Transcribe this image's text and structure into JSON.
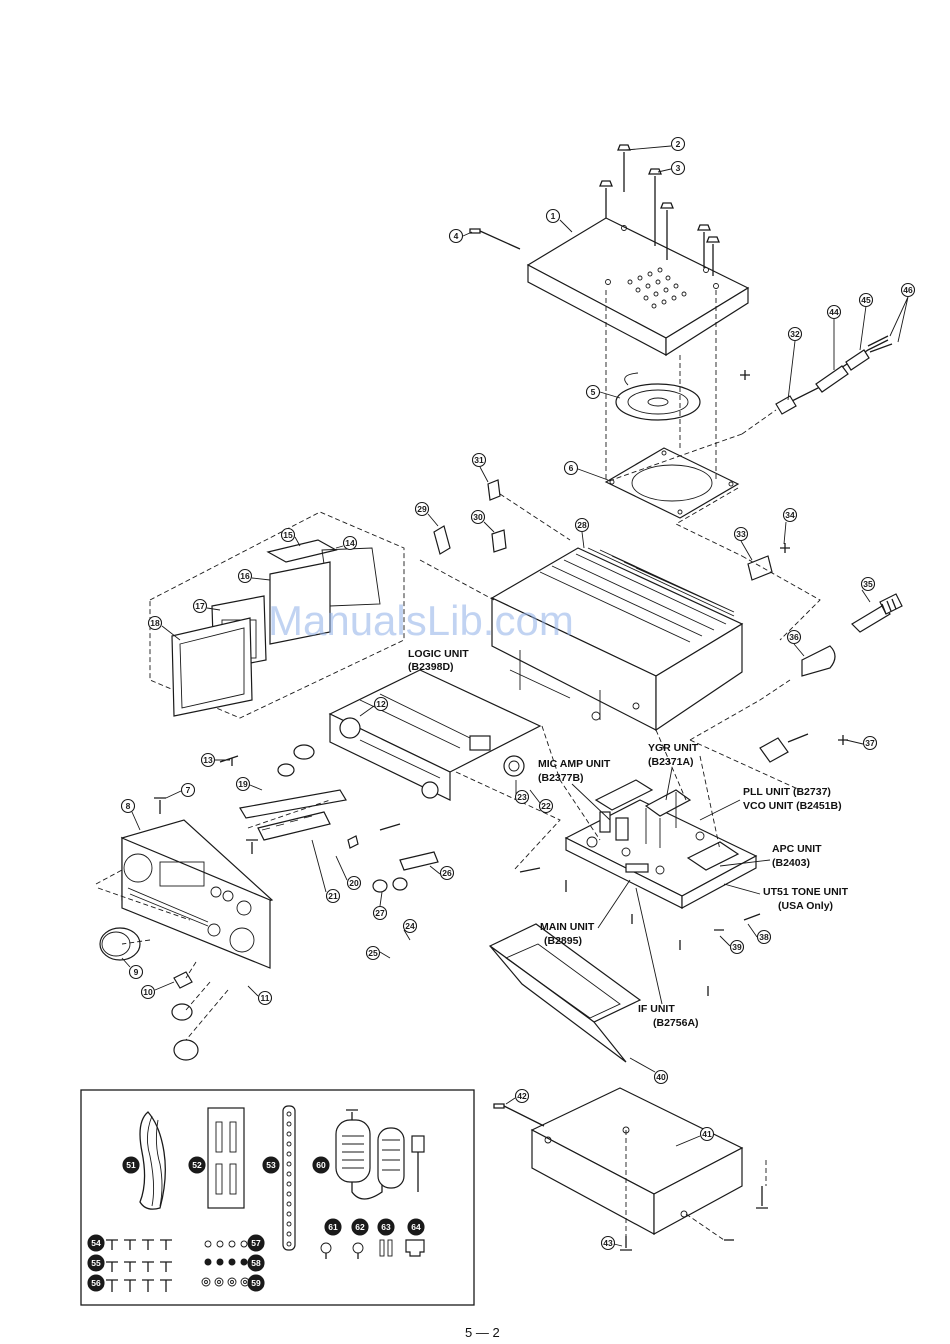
{
  "watermark": "ManualsLib.com",
  "page_number": "5 — 2",
  "unit_labels": {
    "logic_unit": [
      "LOGIC UNIT",
      "(B2398D)"
    ],
    "mic_amp_unit": [
      "MIC AMP UNIT",
      "(B2377B)"
    ],
    "ygr_unit": [
      "YGR UNIT",
      "(B2371A)"
    ],
    "pll_vco_unit": [
      "PLL UNIT (B2737)",
      "VCO UNIT (B2451B)"
    ],
    "apc_unit": [
      "APC UNIT",
      "(B2403)"
    ],
    "ut51_tone_unit": [
      "UT51 TONE UNIT",
      "(USA Only)"
    ],
    "main_unit": [
      "MAIN UNIT",
      "(B2895)"
    ],
    "if_unit": [
      "IF UNIT",
      "(B2756A)"
    ]
  },
  "callouts": [
    "1",
    "2",
    "3",
    "4",
    "5",
    "6",
    "7",
    "8",
    "9",
    "10",
    "11",
    "12",
    "13",
    "14",
    "15",
    "16",
    "17",
    "18",
    "19",
    "20",
    "21",
    "22",
    "23",
    "24",
    "25",
    "26",
    "27",
    "28",
    "29",
    "30",
    "31",
    "32",
    "33",
    "34",
    "35",
    "36",
    "37",
    "38",
    "39",
    "40",
    "41",
    "42",
    "43",
    "44",
    "45",
    "46",
    "51",
    "52",
    "53",
    "54",
    "55",
    "56",
    "57",
    "58",
    "59",
    "60",
    "61",
    "62",
    "63",
    "64"
  ],
  "accessory_callouts": [
    "51",
    "52",
    "53",
    "54",
    "55",
    "56",
    "57",
    "58",
    "59",
    "60",
    "61",
    "62",
    "63",
    "64"
  ]
}
